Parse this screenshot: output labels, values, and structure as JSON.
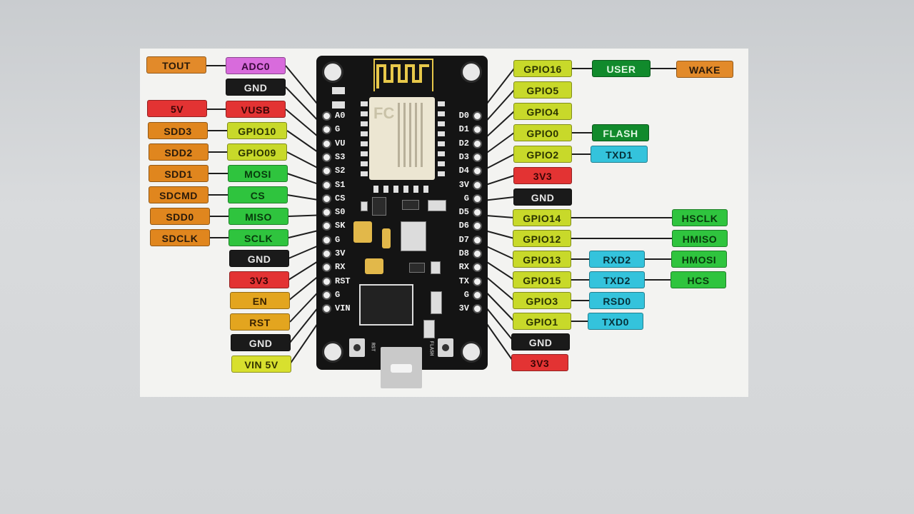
{
  "board": {
    "left_pins": [
      "A0",
      "G",
      "VU",
      "S3",
      "S2",
      "S1",
      "CS",
      "S0",
      "SK",
      "G",
      "3V",
      "RX",
      "RST",
      "G",
      "VIN"
    ],
    "right_pins": [
      "D0",
      "D1",
      "D2",
      "D3",
      "D4",
      "3V",
      "G",
      "D5",
      "D6",
      "D7",
      "D8",
      "RX",
      "TX",
      "G",
      "3V"
    ],
    "button_left_label": "RST",
    "button_right_label": "FLASH"
  },
  "labels": {
    "tout": "TOUT",
    "adc0": "ADC0",
    "gnd_l1": "GND",
    "5v": "5V",
    "vusb": "VUSB",
    "sdd3": "SDD3",
    "gpio10": "GPIO10",
    "sdd2": "SDD2",
    "gpio09": "GPIO09",
    "sdd1": "SDD1",
    "mosi": "MOSI",
    "sdcmd": "SDCMD",
    "cs": "CS",
    "sdd0": "SDD0",
    "miso": "MISO",
    "sdclk": "SDCLK",
    "sclk": "SCLK",
    "gnd_l2": "GND",
    "3v3_l1": "3V3",
    "en": "EN",
    "rst": "RST",
    "gnd_l3": "GND",
    "vin5v": "VIN 5V",
    "gpio16": "GPIO16",
    "user": "USER",
    "wake": "WAKE",
    "gpio5": "GPIO5",
    "gpio4": "GPIO4",
    "gpio0": "GPIO0",
    "flash": "FLASH",
    "gpio2": "GPIO2",
    "txd1": "TXD1",
    "3v3_r1": "3V3",
    "gnd_r1": "GND",
    "gpio14": "GPIO14",
    "hsclk": "HSCLK",
    "gpio12": "GPIO12",
    "hmiso": "HMISO",
    "gpio13": "GPIO13",
    "rxd2": "RXD2",
    "hmosi": "HMOSI",
    "gpio15": "GPIO15",
    "txd2": "TXD2",
    "hcs": "HCS",
    "gpio3": "GPIO3",
    "rsd0": "RSD0",
    "gpio1": "GPIO1",
    "txd0": "TXD0",
    "gnd_r2": "GND",
    "3v3_r2": "3V3"
  },
  "colors": {
    "power": "#e33333",
    "ground": "#1a1a1a",
    "gpio": "#c8d92a",
    "spi": "#2fc43e",
    "uart": "#34c3dc",
    "sd": "#e28a2a",
    "analog": "#d86bdc",
    "control": "#e3a51f",
    "special": "#118a2c",
    "board": "#141414"
  }
}
